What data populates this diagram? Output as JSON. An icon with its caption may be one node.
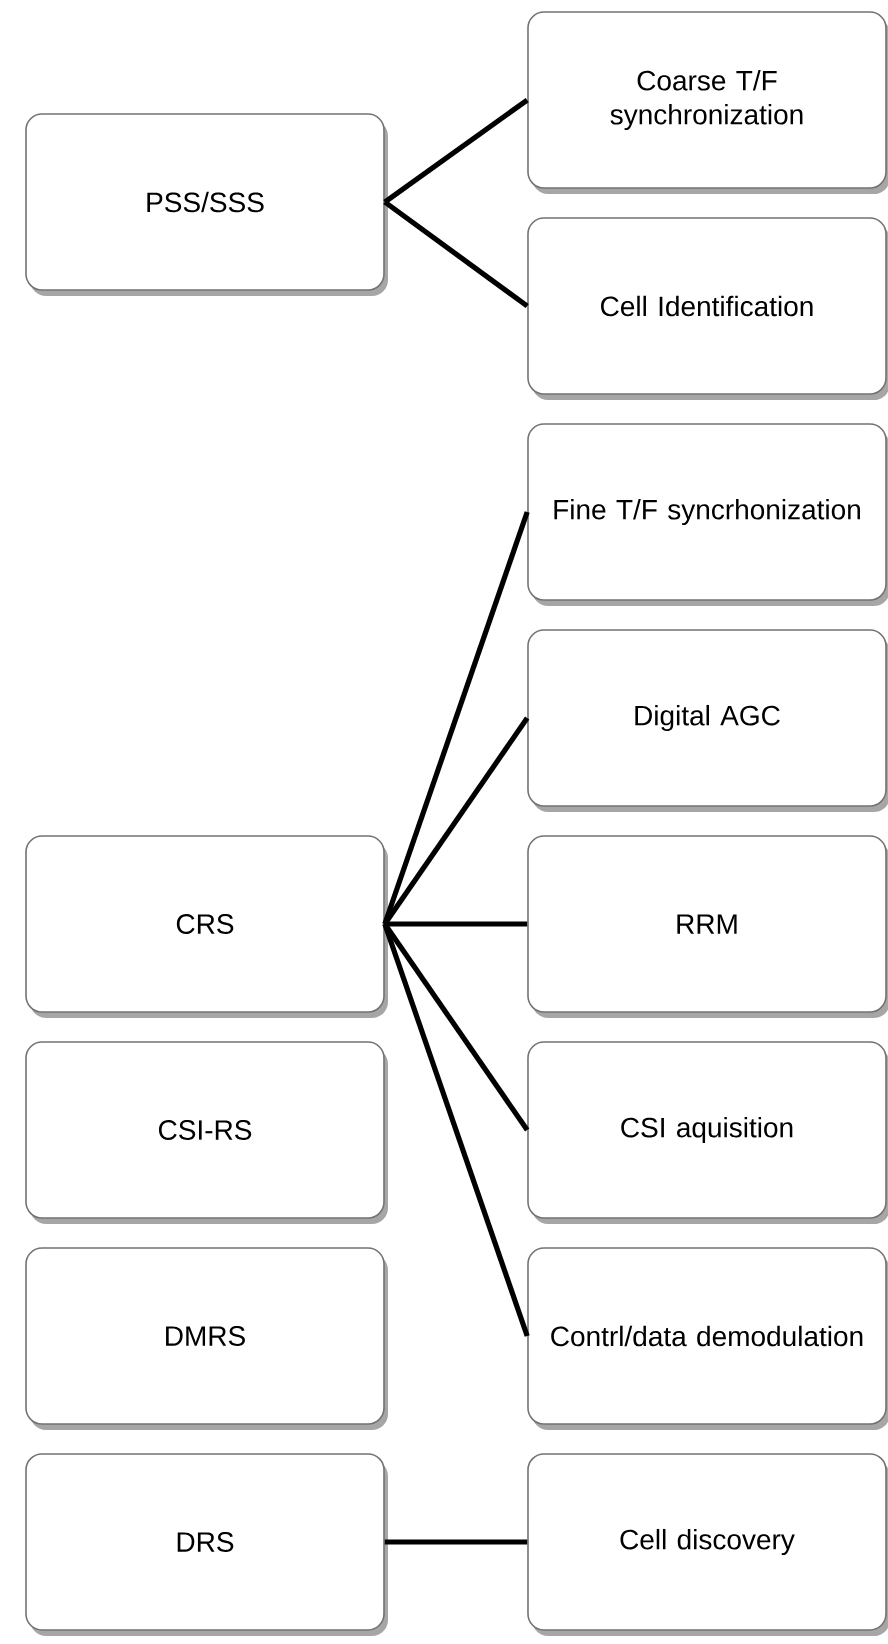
{
  "diagram": {
    "nodes": [
      {
        "text": [
          "PSS/SSS"
        ]
      },
      {
        "text": [
          "Coarse T/F synchronization"
        ]
      },
      {
        "text": [
          "Cell Identification"
        ]
      },
      {
        "text": [
          "Fine T/F syncrhonization"
        ]
      },
      {
        "text": [
          "Digital AGC"
        ]
      },
      {
        "text": [
          "CRS"
        ]
      },
      {
        "text": [
          "RRM"
        ]
      },
      {
        "text": [
          "CSI-RS"
        ]
      },
      {
        "text": [
          "CSI aquisition"
        ]
      },
      {
        "text": [
          "DMRS"
        ]
      },
      {
        "text": [
          "Contrl/data demodulation"
        ]
      },
      {
        "text": [
          "DRS"
        ]
      },
      {
        "text": [
          "Cell discovery"
        ]
      }
    ],
    "edges": [
      {
        "from": 0,
        "to": 1,
        "arrow": "none"
      },
      {
        "from": 0,
        "to": 2,
        "arrow": "none"
      },
      {
        "from": 5,
        "to": 3,
        "arrow": "none"
      },
      {
        "from": 5,
        "to": 4,
        "arrow": "none"
      },
      {
        "from": 5,
        "to": 6,
        "arrow": "none"
      },
      {
        "from": 5,
        "to": 8,
        "arrow": "none"
      },
      {
        "from": 5,
        "to": 10,
        "arrow": "none"
      },
      {
        "from": 11,
        "to": 12,
        "arrow": "none"
      }
    ]
  }
}
